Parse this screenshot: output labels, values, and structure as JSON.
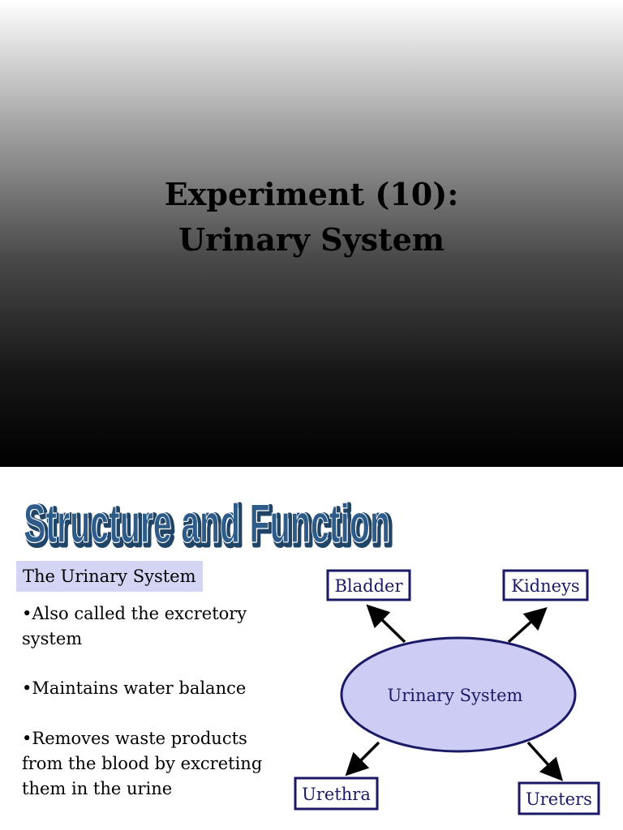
{
  "slide1": {
    "title_line1": "Experiment (10):",
    "title_line2": "Urinary System"
  },
  "slide2": {
    "heading": "Structure and Function",
    "subtitle": "The Urinary System",
    "bullets": [
      "•Also called the excretory system",
      "•Maintains water balance",
      "•Removes waste products from the blood by excreting them in the urine"
    ],
    "diagram": {
      "center": "Urinary System",
      "nodes": {
        "bladder": "Bladder",
        "kidneys": "Kidneys",
        "urethra": "Urethra",
        "ureters": "Ureters"
      }
    }
  },
  "colors": {
    "heading_fill": "#2d5b8a",
    "subtitle_bg": "#d4d4f4",
    "ellipse_fill": "#ccccf5",
    "node_border": "#1a1a66"
  }
}
